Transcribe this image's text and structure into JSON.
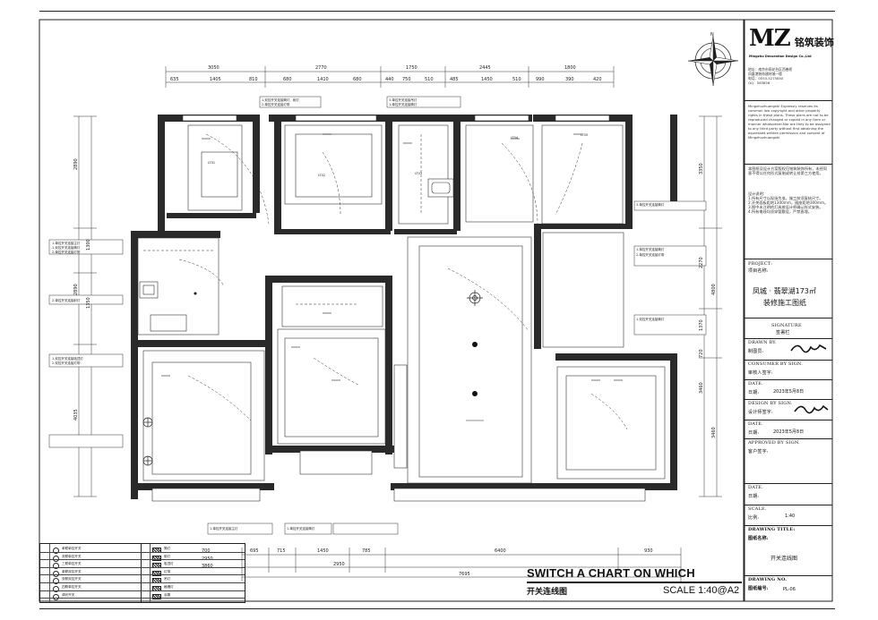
{
  "title_block": {
    "logo_letters": "MZ",
    "logo_chinese": "铭筑装饰",
    "logo_english": "Mingzhu Decoration Design Co.,Ltd",
    "address_lines": [
      "地址：南京市雨花台区西善桥",
      "凤凰港装饰建材城一楼",
      "电话：0553-5275850",
      "QQ：563856"
    ],
    "copyright_note": "Mingzhuzhuangshi Expressly reserves its common law copyright and other property rights in these plans. These plans are not to be reproduced changed or copied in any form or manner whatsoever.Nor are they  to be assigned to any third party without first obtaining the expressed written permission and consent of Mingzhuzhuangshi",
    "cn_notes": "本图纸及设计方案版权归铭筑装饰所有，未经同意不得以任何形式复制或转让给第三方使用。",
    "design_notes": [
      "设计说明：",
      "1.所有尺寸以现场为准，施工前须复核尺寸。",
      "2.开关面板距地1300mm，插座距地300mm。",
      "3.图中未注明的灯具按设计师确认样式安装。",
      "4.所有电线均须穿管敷设，严禁直埋。"
    ],
    "project_label": "PROJECT:",
    "project_label_cn": "项目名称:",
    "project_name": "凤城 · 翡翠湖173㎡",
    "project_name_2": "装修施工图纸",
    "signature_label": "SIGNATURE",
    "signature_label_cn": "签署栏",
    "drawn_by_label": "DRAWN BY.",
    "drawn_by_cn": "制图员:",
    "consumer_label": "CONSUMER BY SIGN.",
    "consumer_cn": "审核人签字:",
    "date_label": "DATE.",
    "date_cn": "日期:",
    "date_value_1": "2023年5月8日",
    "design_label": "DESIGN BY SIGN.",
    "design_cn": "设计师签字:",
    "date_value_2": "2023年5月8日",
    "approved_label": "APPROVED BY SIGN.",
    "approved_cn": "客户签字:",
    "date_label_3": "DATE.",
    "date_cn_3": "日期:",
    "scale_label": "SCALE.",
    "scale_cn": "比例:",
    "scale_value": "1:40",
    "drawing_title_label": "DRAWING TITLE:",
    "drawing_title_cn": "图纸名称:",
    "drawing_title": "开关连线图",
    "drawing_no_label": "DRAWING NO.",
    "drawing_no_cn": "图纸编号:",
    "drawing_no": "PL-06"
  },
  "drawing": {
    "title_en": "SWITCH A CHART ON WHICH",
    "title_cn": "开关连线图",
    "scale": "SCALE  1:40@A2",
    "north": "N",
    "top_dims_major": [
      "3050",
      "2770",
      "1750",
      "2445",
      "1800"
    ],
    "top_dims_minor": [
      "635",
      "1405",
      "810",
      "680",
      "1410",
      "680",
      "440",
      "750",
      "510",
      "485",
      "1450",
      "510",
      "990",
      "390",
      "420"
    ],
    "bottom_dims_major": [
      "2950",
      "6400",
      "7695"
    ],
    "bottom_dims_minor": [
      "695",
      "715",
      "1450",
      "785",
      "930"
    ],
    "bottom_dims_left": [
      "700",
      "2950",
      "3860"
    ],
    "left_dims": [
      "2890",
      "1300",
      "1350",
      "2890",
      "4035"
    ],
    "right_dims": [
      "3350",
      "2270",
      "4800",
      "1370",
      "720",
      "3460",
      "3460"
    ],
    "wire_notes": [
      "1.双控开关连接筒灯、射灯",
      "2.单控开关连接灯带",
      "1.单控开关连接主灯",
      "1.双控开关连接筒灯",
      "2.单控开关连接灯带",
      "3.单控开关连接吊灯",
      "1.单控开关连接筒灯",
      "2.单控开关连接射灯",
      "1.双控开关连接吸顶灯",
      "2.双控开关连接灯带",
      "3.单控开关连接筒灯",
      "1.单控开关连接筒灯",
      "2.单控开关连接灯带",
      "1.双控开关连接筒灯",
      "1.单控开关连接主灯",
      "1.单控开关连接筒灯"
    ],
    "room_tags": [
      "LT01",
      "LT02",
      "LT03",
      "LT04",
      "LT05"
    ]
  },
  "legend": {
    "rows": [
      {
        "name": "单联单控开关"
      },
      {
        "name": "双联单控开关"
      },
      {
        "name": "三联单控开关"
      },
      {
        "name": "单联双控开关"
      },
      {
        "name": "双联双控开关"
      },
      {
        "name": "四联单控开关"
      },
      {
        "name": "调光开关"
      }
    ],
    "rows_right": [
      {
        "name": "筒灯"
      },
      {
        "name": "射灯"
      },
      {
        "name": "吸顶灯"
      },
      {
        "name": "灯带"
      },
      {
        "name": "吊灯"
      },
      {
        "name": "格栅灯"
      },
      {
        "name": "浴霸"
      }
    ]
  }
}
